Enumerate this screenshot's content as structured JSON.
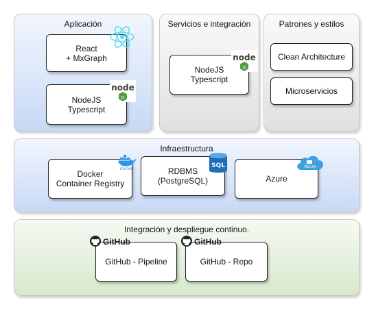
{
  "panels": {
    "aplicacion": {
      "title": "Aplicación",
      "boxes": [
        "React\n+ MxGraph",
        "NodeJS\nTypescript"
      ]
    },
    "servicios": {
      "title": "Servicios e integración",
      "boxes": [
        "NodeJS\nTypescript"
      ]
    },
    "patrones": {
      "title": "Patrones y estilos",
      "boxes": [
        "Clean Architecture",
        "Microservicios"
      ]
    },
    "infraestructura": {
      "title": "Infraestructura",
      "boxes": [
        "Docker\nContainer Registry",
        "RDBMS\n(PostgreSQL)",
        "Azure"
      ]
    },
    "ci": {
      "title": "Integración y despliegue continuo.",
      "boxes": [
        "GitHub - Pipeline",
        "GitHub - Repo"
      ]
    }
  },
  "icon_labels": {
    "docker": "docker",
    "sql": "SQL",
    "azure": "Azure",
    "github": "GitHub",
    "node": "node"
  },
  "colors": {
    "blue_top": "#f2f6fd",
    "blue_bottom": "#c8d9f6",
    "gray_top": "#fafafa",
    "gray_bottom": "#e0e0e0",
    "green_top": "#f6faf3",
    "green_bottom": "#d6e8cc",
    "react": "#61dafb",
    "node": "#539e43",
    "docker": "#2496ed",
    "sql": "#1e6fb8",
    "azure": "#3da0e0"
  }
}
